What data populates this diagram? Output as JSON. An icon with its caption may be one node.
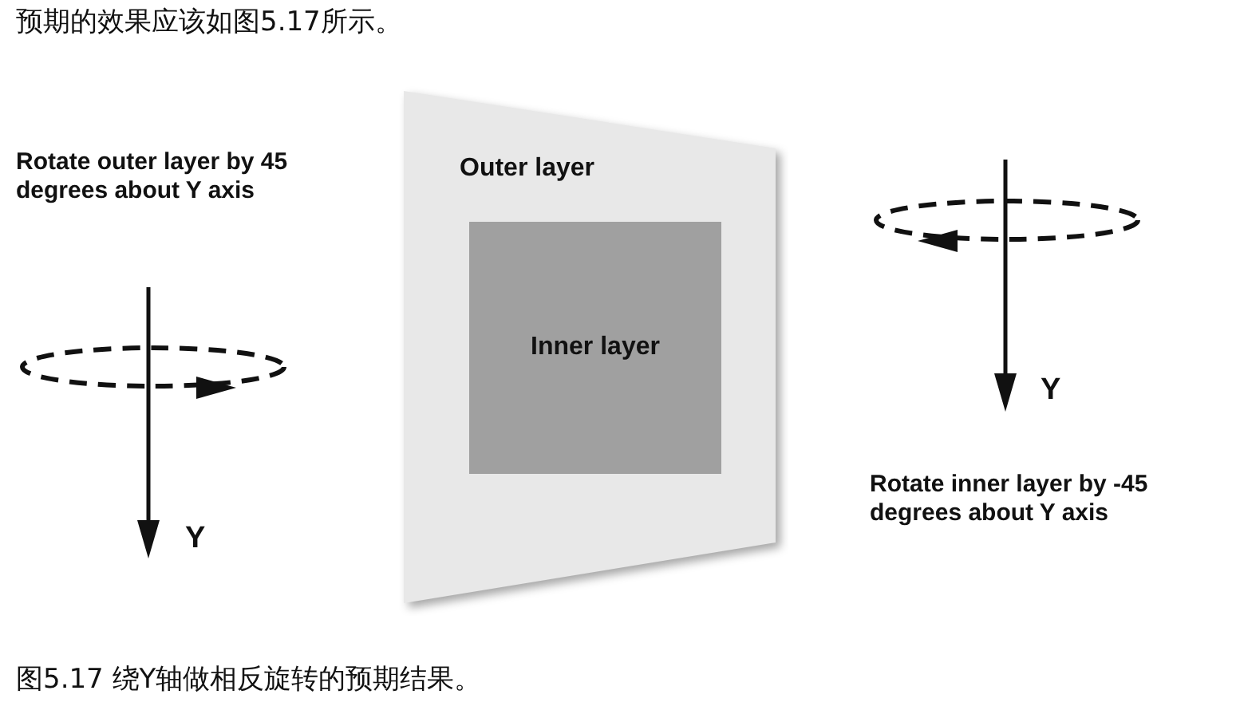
{
  "diagram": {
    "title": "预期的效果应该如图5.17所示。",
    "caption": "图5.17 绕Y轴做相反旋转的预期结果。",
    "nodes": [
      {
        "text": [
          "Outer layer"
        ]
      },
      {
        "text": [
          "Inner layer"
        ],
        "in": 0
      }
    ],
    "labels": [
      "Rotate outer layer by 45 degrees about Y axis",
      "Y",
      "Y",
      "Rotate inner layer by -45 degrees about Y axis"
    ]
  }
}
